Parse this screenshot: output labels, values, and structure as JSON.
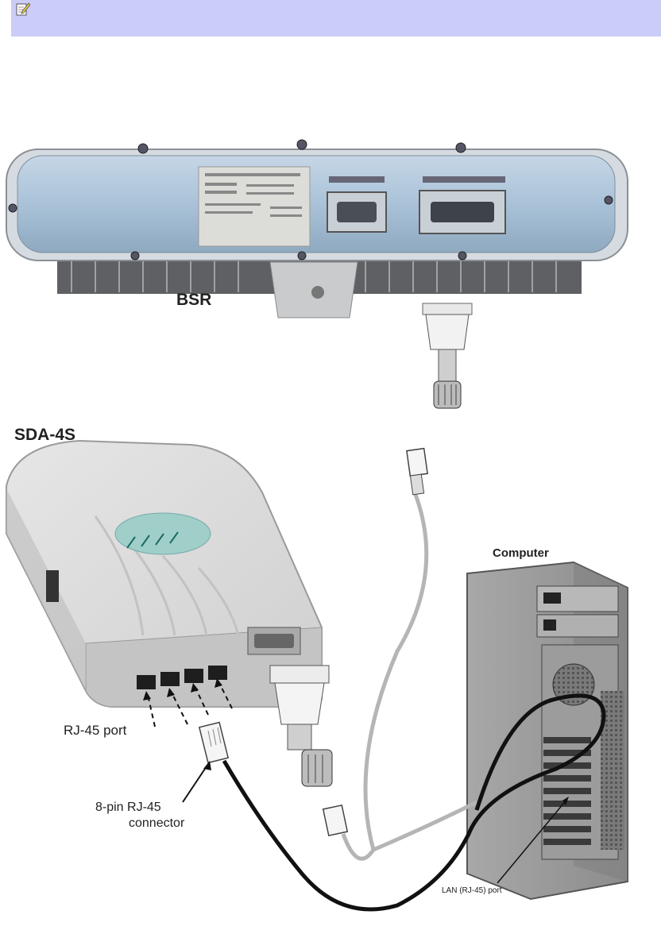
{
  "note": {
    "icon": "note-pencil-icon"
  },
  "labels": {
    "bsr": "BSR",
    "sda": "SDA-4S",
    "computer": "Computer",
    "rj45_port": "RJ-45 port",
    "connector_line1": "8-pin RJ-45",
    "connector_line2": "connector",
    "lan_port": "LAN (RJ-45) port"
  },
  "colors": {
    "note_bar": "#ccccf8",
    "bsr_face": "#a9c2d8",
    "sda_body": "#d9d9d9",
    "computer": "#999999",
    "black_cable": "#111111",
    "gray_cable": "#b5b5b5"
  }
}
